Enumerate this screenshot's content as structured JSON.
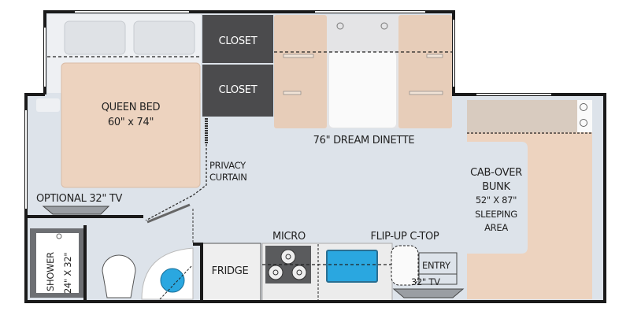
{
  "labels": {
    "closet_1": "CLOSET",
    "closet_2": "CLOSET",
    "queen_bed": "QUEEN BED",
    "queen_bed_size": "60\" x 74\"",
    "dinette": "76\" DREAM DINETTE",
    "privacy_1": "PRIVACY",
    "privacy_2": "CURTAIN",
    "optional_tv": "OPTIONAL 32\" TV",
    "cab_1": "CAB-OVER",
    "cab_2": "BUNK",
    "cab_3": "52\" X 87\"",
    "cab_4": "SLEEPING",
    "cab_5": "AREA",
    "micro": "MICRO",
    "flip_up": "FLIP-UP C-TOP",
    "fridge": "FRIDGE",
    "entry": "ENTRY",
    "tv_32": "32\" TV",
    "shower": "SHOWER",
    "shower_size": "24\" X 32\""
  },
  "colors": {
    "floor": "#dde3ea",
    "bed": "#edd3bf",
    "closet": "#4b4b4d",
    "wall": "#1a1a1a",
    "water": "#2aa7e0"
  }
}
